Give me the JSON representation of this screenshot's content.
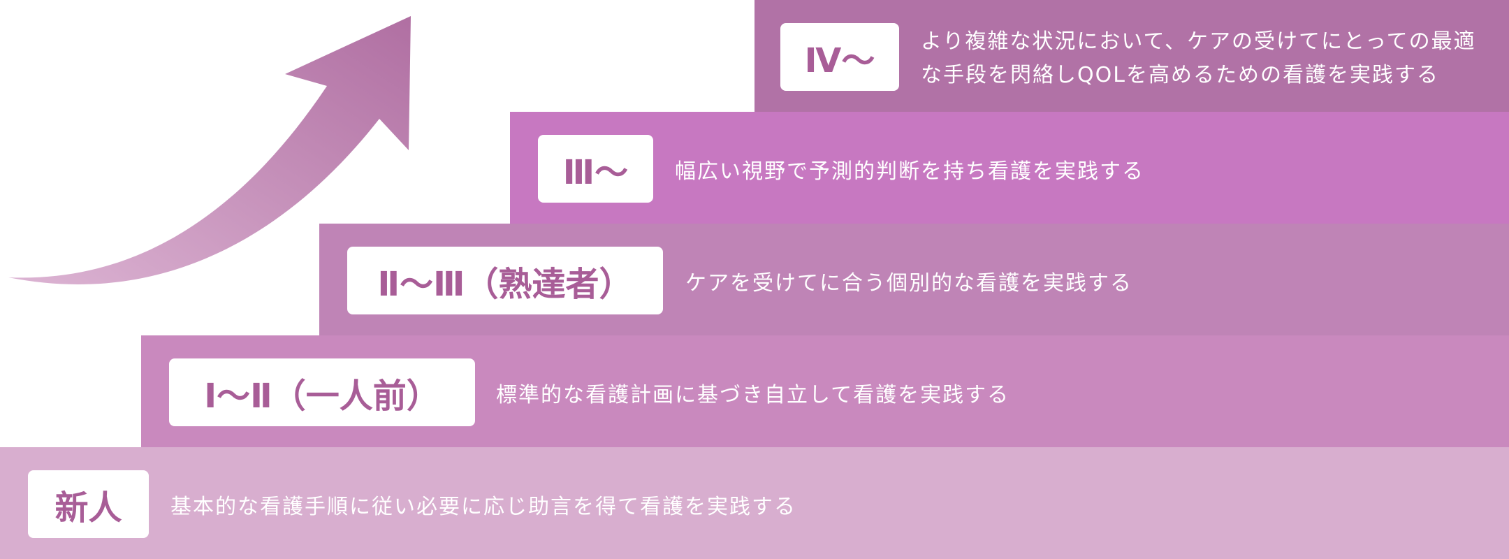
{
  "colors": {
    "step_0": "#d8aecf",
    "step_1": "#c989be",
    "step_2": "#bf84b6",
    "step_3": "#c778c1",
    "step_4": "#b172a6",
    "badge_text": "#a85d97",
    "arrow_start": "#dcb4d3",
    "arrow_end": "#b06fa2"
  },
  "arrow": {
    "icon": "upward-curved-arrow"
  },
  "steps": [
    {
      "level": "新人",
      "description": "基本的な看護手順に従い必要に応じ助言を得て看護を実践する"
    },
    {
      "level": "Ⅰ～Ⅱ（一人前）",
      "description": "標準的な看護計画に基づき自立して看護を実践する"
    },
    {
      "level": "Ⅱ～Ⅲ（熟達者）",
      "description": "ケアを受けてに合う個別的な看護を実践する"
    },
    {
      "level": "Ⅲ～",
      "description": "幅広い視野で予測的判断を持ち看護を実践する"
    },
    {
      "level": "Ⅳ～",
      "description_line1": "より複雑な状況において、ケアの受けてにとっての最適",
      "description_line2": "な手段を閃絡しQOLを高めるための看護を実践する"
    }
  ]
}
